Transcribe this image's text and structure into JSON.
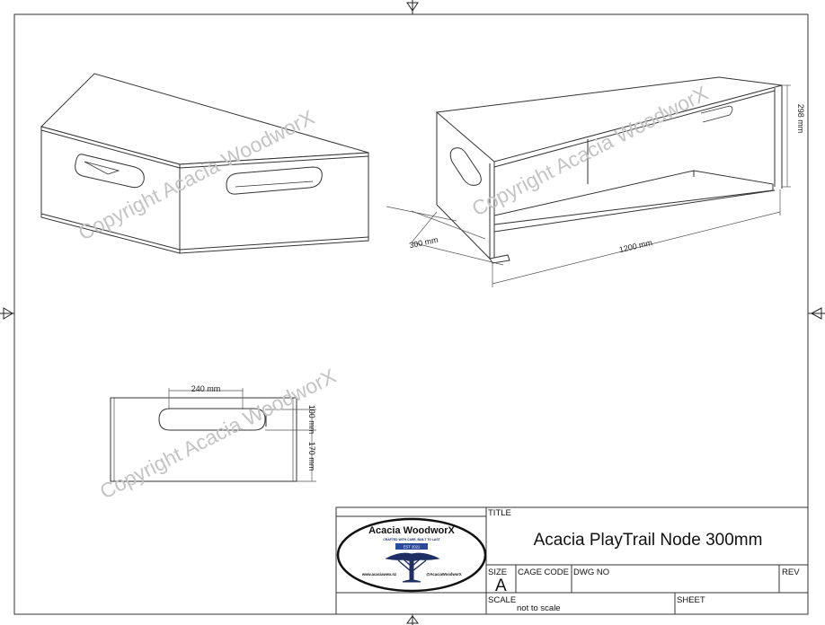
{
  "views": {
    "iso_right": {
      "height_dim": "298 mm",
      "length_dim": "1200 mm",
      "depth_dim": "300 mm"
    },
    "front": {
      "handle_width_dim": "240 mm",
      "handle_height_dim": "100 mm",
      "handle_offset_dim": "170 mm"
    }
  },
  "watermark": "Copyright Acacia WoodworX",
  "title_block": {
    "title_label": "TITLE",
    "title": "Acacia PlayTrail Node 300mm",
    "size_label": "SIZE",
    "size_value": "A",
    "cage_code_label": "CAGE CODE",
    "dwg_no_label": "DWG NO",
    "rev_label": "REV",
    "scale_label": "SCALE",
    "scale_value": "not to scale",
    "sheet_label": "SHEET"
  },
  "logo": {
    "name": "Acacia WoodworX",
    "tagline": "CRAFTED WITH CARE, BUILT TO LAST",
    "est": "EST 2021",
    "website": "www.acaciawwx.nz",
    "handle": "@AcaciaWoodworX",
    "icon": "acacia-tree-icon",
    "colors": {
      "navy": "#1f2e63",
      "banner": "#2b4a9c"
    }
  }
}
